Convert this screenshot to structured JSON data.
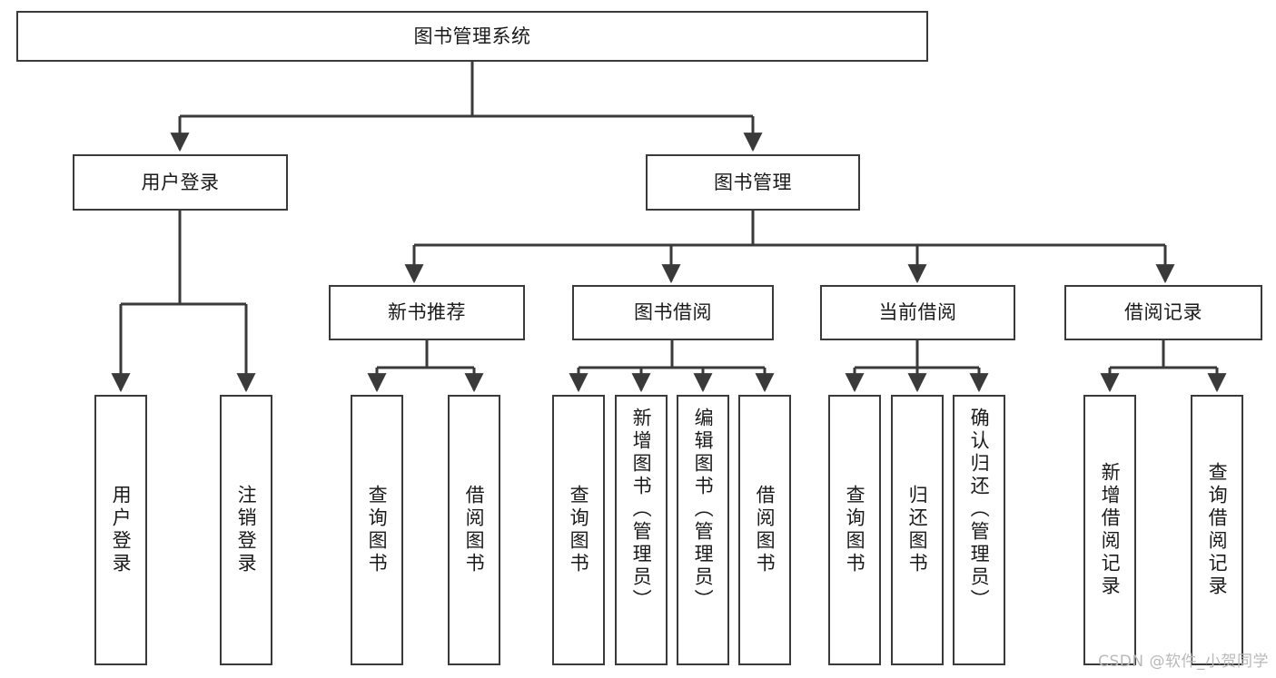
{
  "diagram": {
    "type": "tree-hierarchy",
    "title": "图书管理系统",
    "watermark": "CSDN @软件_小贺同学",
    "colors": {
      "stroke": "#3a3a3a",
      "fill": "#ffffff",
      "text": "#1a1a1a",
      "watermark": "#b9b9b9"
    },
    "nodes": {
      "root": {
        "label": "图书管理系统"
      },
      "level2": [
        {
          "label": "用户登录"
        },
        {
          "label": "图书管理"
        }
      ],
      "level3": [
        {
          "label": "新书推荐"
        },
        {
          "label": "图书借阅"
        },
        {
          "label": "当前借阅"
        },
        {
          "label": "借阅记录"
        }
      ],
      "leaves": {
        "user_login": [
          {
            "label": "用户登录"
          },
          {
            "label": "注销登录"
          }
        ],
        "new_book_recommend": [
          {
            "label": "查询图书"
          },
          {
            "label": "借阅图书"
          }
        ],
        "book_borrow": [
          {
            "label": "查询图书"
          },
          {
            "label": "新增图书（管理员）"
          },
          {
            "label": "编辑图书（管理员）"
          },
          {
            "label": "借阅图书"
          }
        ],
        "current_borrow": [
          {
            "label": "查询图书"
          },
          {
            "label": "归还图书"
          },
          {
            "label": "确认归还（管理员）"
          }
        ],
        "borrow_record": [
          {
            "label": "新增借阅记录"
          },
          {
            "label": "查询借阅记录"
          }
        ]
      }
    }
  }
}
